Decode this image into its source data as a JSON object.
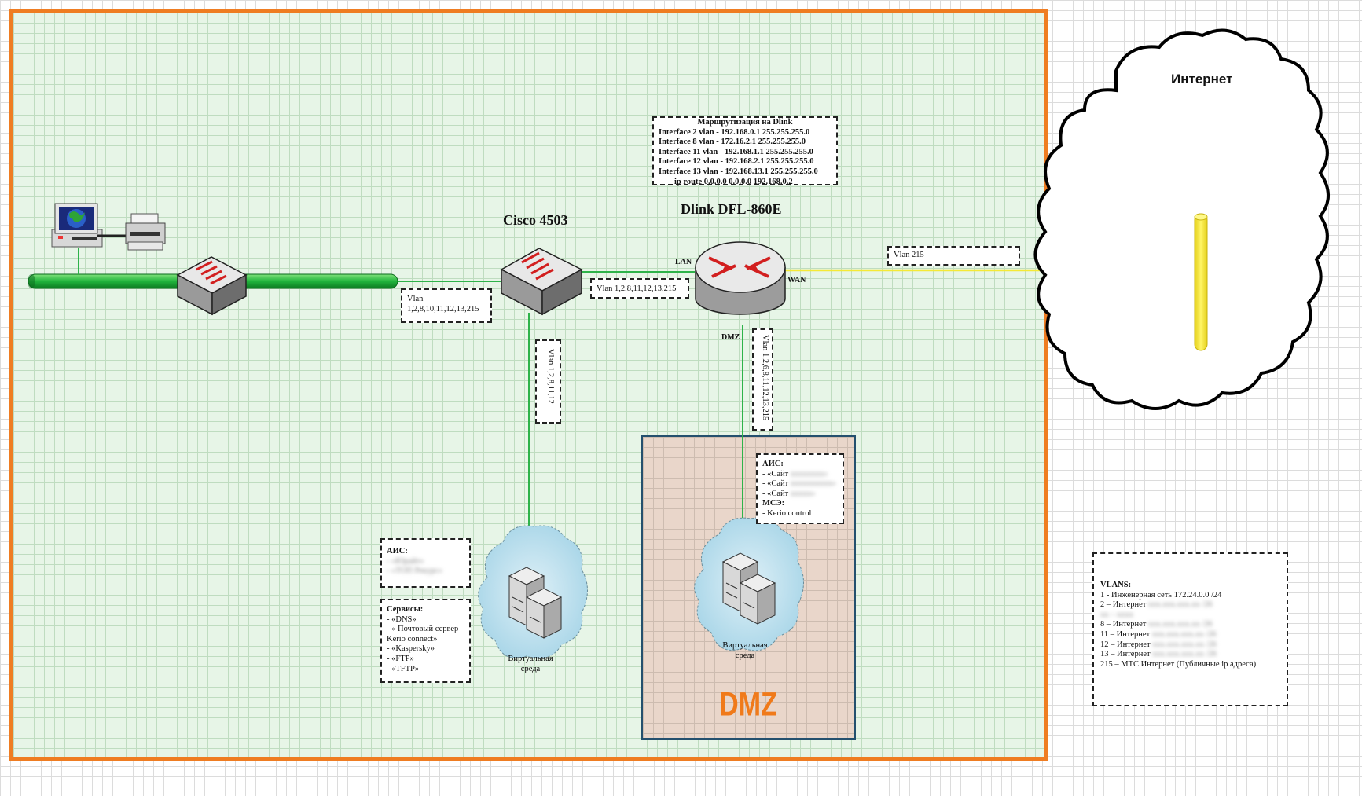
{
  "devices": {
    "core_switch_label": "Cisco 4503",
    "router_label": "Dlink DFL-860E",
    "router_ports": {
      "lan": "LAN",
      "wan": "WAN",
      "dmz": "DMZ"
    }
  },
  "routing_box": {
    "title": "Маршрутизация на Dlink",
    "lines": [
      "Interface 2 vlan - 192.168.0.1 255.255.255.0",
      "Interface 8 vlan - 172.16.2.1 255.255.255.0",
      "Interface 11 vlan - 192.168.1.1 255.255.255.0",
      "Interface 12 vlan - 192.168.2.1 255.255.255.0",
      "Interface 13 vlan - 192.168.13.1 255.255.255.0",
      "ip route 0.0.0.0 0.0.0.0 192.168.0.2"
    ]
  },
  "vlan_labels": {
    "access_trunk_1": "Vlan",
    "access_trunk_2": "1,2,8,10,11,12,13,215",
    "core_to_router": "Vlan 1,2,8,11,12,13,215",
    "core_to_virtual": "Vlan 1,2,8,11,12",
    "router_to_dmz": "Vlan 1,2,6,8,11,12,13,215",
    "wan": "Vlan 215"
  },
  "internal_ais_box": {
    "header": "АИС:",
    "items": [
      "- «Юрайт»",
      "- «ТОП Рекурс»"
    ]
  },
  "services_box": {
    "header": "Сервисы:",
    "items": [
      "- «DNS»",
      "- « Почтовый сервер",
      "Kerio connect»",
      "- «Kaspersky»",
      "- «FTP»",
      "- «TFTP»"
    ]
  },
  "dmz_box": {
    "header": "АИС:",
    "items": [
      {
        "prefix": "- «Сайт ",
        "hidden": "xxxxxxxx»"
      },
      {
        "prefix": "- «Сайт ",
        "hidden": "xxxxxxxxxx»"
      },
      {
        "prefix": "- «Сайт ",
        "hidden": "xxxxx»"
      }
    ],
    "firewall_header": "МСЭ:",
    "firewall_item": "- Kerio control"
  },
  "virtual_env": {
    "internal_label_1": "Виртуальная",
    "internal_label_2": "среда",
    "dmz_label_1": "Виртуальная",
    "dmz_label_2": "среда"
  },
  "dmz_zone": {
    "label": "DMZ"
  },
  "cloud": {
    "title": "Интернет"
  },
  "vlans_box": {
    "header": "VLANS:",
    "lines": [
      {
        "text": "1 - Инженерная сеть 172.24.0.0  /24",
        "hidden": ""
      },
      {
        "text": "2 – Интернет ",
        "hidden": "xxx.xxx.xxx.xx /26"
      },
      {
        "text": "",
        "hidden": "xx – xxxx"
      },
      {
        "text": "8 – Интернет ",
        "hidden": "xxx.xxx.xxx.xx /26"
      },
      {
        "text": "11 – Интернет ",
        "hidden": "xxx.xxx.xxx.xx /26"
      },
      {
        "text": "12 – Интернет ",
        "hidden": "xxx.xxx.xxx.xx /26"
      },
      {
        "text": "13 – Интернет ",
        "hidden": "xxx.xxx.xxx.xx /26"
      },
      {
        "text": "215 – МТС Интернет (Публичные ip адреса)",
        "hidden": ""
      }
    ]
  },
  "colors": {
    "zone_border": "#ef7d22",
    "link_green": "#2eb34a",
    "link_yellow": "#f5e936",
    "dmz_label": "#f07a1a",
    "dmz_border": "#24506e"
  }
}
